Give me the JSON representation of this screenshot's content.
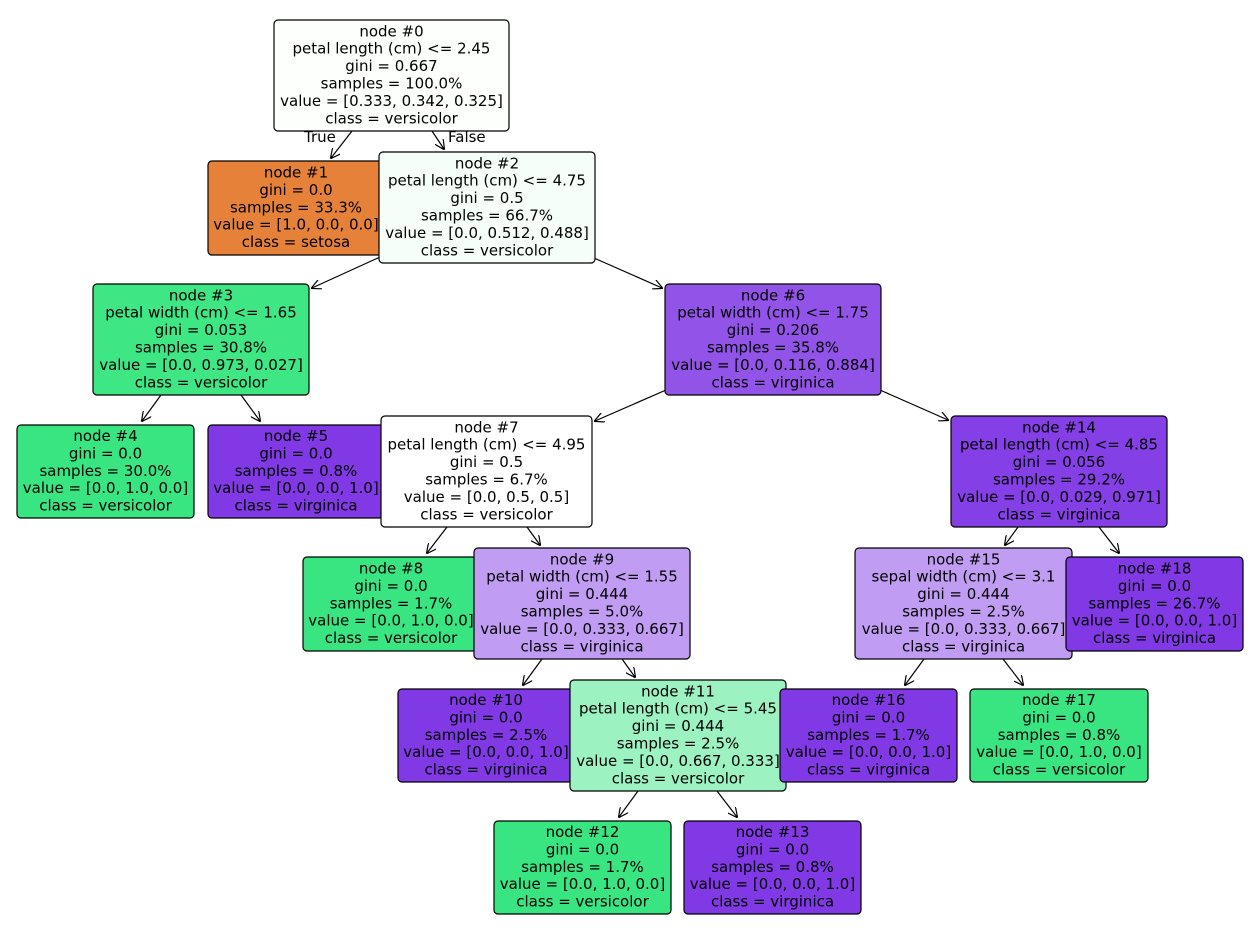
{
  "edge_labels": {
    "true_label": "True",
    "false_label": "False"
  },
  "nodes": [
    {
      "id": 0,
      "lines": [
        "node #0",
        "petal length (cm) <= 2.45",
        "gini = 0.667",
        "samples = 100.0%",
        "value = [0.333, 0.342, 0.325]",
        "class = versicolor"
      ],
      "color": "#fdfffd"
    },
    {
      "id": 1,
      "lines": [
        "node #1",
        "gini = 0.0",
        "samples = 33.3%",
        "value = [1.0, 0.0, 0.0]",
        "class = setosa"
      ],
      "color": "#e58139"
    },
    {
      "id": 2,
      "lines": [
        "node #2",
        "petal length (cm) <= 4.75",
        "gini = 0.5",
        "samples = 66.7%",
        "value = [0.0, 0.512, 0.488]",
        "class = versicolor"
      ],
      "color": "#f6fef9"
    },
    {
      "id": 3,
      "lines": [
        "node #3",
        "petal width (cm) <= 1.65",
        "gini = 0.053",
        "samples = 30.8%",
        "value = [0.0, 0.973, 0.027]",
        "class = versicolor"
      ],
      "color": "#3ee684"
    },
    {
      "id": 4,
      "lines": [
        "node #4",
        "gini = 0.0",
        "samples = 30.0%",
        "value = [0.0, 1.0, 0.0]",
        "class = versicolor"
      ],
      "color": "#39e581"
    },
    {
      "id": 5,
      "lines": [
        "node #5",
        "gini = 0.0",
        "samples = 0.8%",
        "value = [0.0, 0.0, 1.0]",
        "class = virginica"
      ],
      "color": "#8139e5"
    },
    {
      "id": 6,
      "lines": [
        "node #6",
        "petal width (cm) <= 1.75",
        "gini = 0.206",
        "samples = 35.8%",
        "value = [0.0, 0.116, 0.884]",
        "class = virginica"
      ],
      "color": "#9253e8"
    },
    {
      "id": 7,
      "lines": [
        "node #7",
        "petal length (cm) <= 4.95",
        "gini = 0.5",
        "samples = 6.7%",
        "value = [0.0, 0.5, 0.5]",
        "class = versicolor"
      ],
      "color": "#ffffff"
    },
    {
      "id": 8,
      "lines": [
        "node #8",
        "gini = 0.0",
        "samples = 1.7%",
        "value = [0.0, 1.0, 0.0]",
        "class = versicolor"
      ],
      "color": "#39e581"
    },
    {
      "id": 9,
      "lines": [
        "node #9",
        "petal width (cm) <= 1.55",
        "gini = 0.444",
        "samples = 5.0%",
        "value = [0.0, 0.333, 0.667]",
        "class = virginica"
      ],
      "color": "#c09cf2"
    },
    {
      "id": 10,
      "lines": [
        "node #10",
        "gini = 0.0",
        "samples = 2.5%",
        "value = [0.0, 0.0, 1.0]",
        "class = virginica"
      ],
      "color": "#8139e5"
    },
    {
      "id": 11,
      "lines": [
        "node #11",
        "petal length (cm) <= 5.45",
        "gini = 0.444",
        "samples = 2.5%",
        "value = [0.0, 0.667, 0.333]",
        "class = versicolor"
      ],
      "color": "#9cf2c0"
    },
    {
      "id": 12,
      "lines": [
        "node #12",
        "gini = 0.0",
        "samples = 1.7%",
        "value = [0.0, 1.0, 0.0]",
        "class = versicolor"
      ],
      "color": "#39e581"
    },
    {
      "id": 13,
      "lines": [
        "node #13",
        "gini = 0.0",
        "samples = 0.8%",
        "value = [0.0, 0.0, 1.0]",
        "class = virginica"
      ],
      "color": "#8139e5"
    },
    {
      "id": 14,
      "lines": [
        "node #14",
        "petal length (cm) <= 4.85",
        "gini = 0.056",
        "samples = 29.2%",
        "value = [0.0, 0.029, 0.971]",
        "class = virginica"
      ],
      "color": "#853fe6"
    },
    {
      "id": 15,
      "lines": [
        "node #15",
        "sepal width (cm) <= 3.1",
        "gini = 0.444",
        "samples = 2.5%",
        "value = [0.0, 0.333, 0.667]",
        "class = virginica"
      ],
      "color": "#c09cf2"
    },
    {
      "id": 16,
      "lines": [
        "node #16",
        "gini = 0.0",
        "samples = 1.7%",
        "value = [0.0, 0.0, 1.0]",
        "class = virginica"
      ],
      "color": "#8139e5"
    },
    {
      "id": 17,
      "lines": [
        "node #17",
        "gini = 0.0",
        "samples = 0.8%",
        "value = [0.0, 1.0, 0.0]",
        "class = versicolor"
      ],
      "color": "#39e581"
    },
    {
      "id": 18,
      "lines": [
        "node #18",
        "gini = 0.0",
        "samples = 26.7%",
        "value = [0.0, 0.0, 1.0]",
        "class = virginica"
      ],
      "color": "#8139e5"
    }
  ],
  "edges": [
    {
      "from": 0,
      "to": 1
    },
    {
      "from": 0,
      "to": 2
    },
    {
      "from": 2,
      "to": 3
    },
    {
      "from": 2,
      "to": 6
    },
    {
      "from": 3,
      "to": 4
    },
    {
      "from": 3,
      "to": 5
    },
    {
      "from": 6,
      "to": 7
    },
    {
      "from": 6,
      "to": 14
    },
    {
      "from": 7,
      "to": 8
    },
    {
      "from": 7,
      "to": 9
    },
    {
      "from": 9,
      "to": 10
    },
    {
      "from": 9,
      "to": 11
    },
    {
      "from": 11,
      "to": 12
    },
    {
      "from": 11,
      "to": 13
    },
    {
      "from": 14,
      "to": 15
    },
    {
      "from": 14,
      "to": 18
    },
    {
      "from": 15,
      "to": 16
    },
    {
      "from": 15,
      "to": 17
    }
  ]
}
